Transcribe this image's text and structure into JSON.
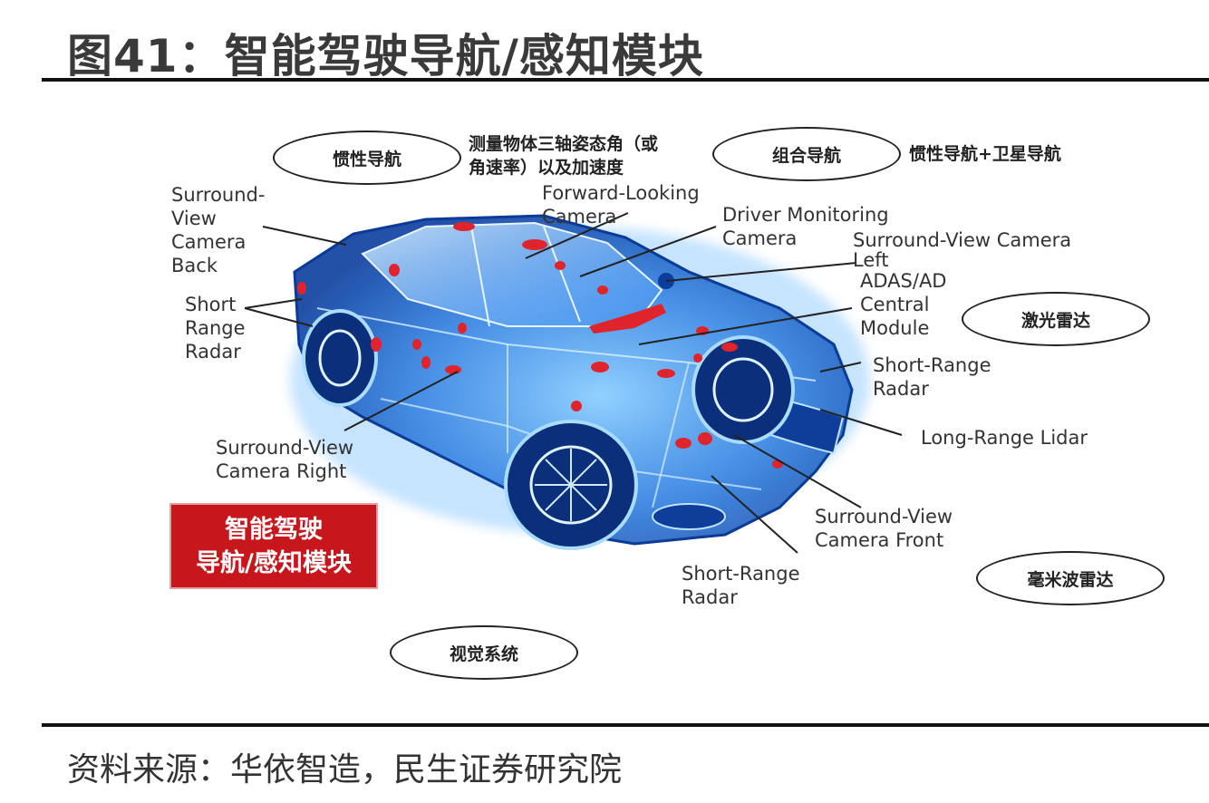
{
  "title": "图41：智能驾驶导航/感知模块",
  "source": "资料来源：华依智造，民生证券研究院",
  "ovals": {
    "inertial_nav": "惯性导航",
    "combined_nav": "组合导航",
    "lidar": "激光雷达",
    "mmwave_radar": "毫米波雷达",
    "vision": "视觉系统"
  },
  "notes": {
    "inertial_desc_line1": "测量物体三轴姿态角（或",
    "inertial_desc_line2": "角速率）以及加速度",
    "combined_desc": "惯性导航+卫星导航"
  },
  "red_box": {
    "line1": "智能驾驶",
    "line2": "导航/感知模块"
  },
  "labels": {
    "sv_back": [
      "Surround-",
      "View",
      "Camera",
      "Back"
    ],
    "short_range_left": [
      "Short",
      "Range",
      "Radar"
    ],
    "forward_cam": [
      "Forward-Looking",
      "Camera"
    ],
    "driver_mon": [
      "Driver Monitoring",
      "Camera"
    ],
    "sv_left": [
      "Surround-View Camera",
      "Left"
    ],
    "adas": [
      "ADAS/AD",
      "Central",
      "Module"
    ],
    "short_range_right": [
      "Short-Range",
      "Radar"
    ],
    "long_lidar": "Long-Range Lidar",
    "sv_right": [
      "Surround-View",
      "Camera Right"
    ],
    "sv_front": [
      "Surround-View",
      "Camera Front"
    ],
    "short_range_front": [
      "Short-Range",
      "Radar"
    ]
  },
  "colors": {
    "accent_red": "#c8161d",
    "car_blue": "#2f7fe0",
    "sensor_red": "#e0242c"
  }
}
